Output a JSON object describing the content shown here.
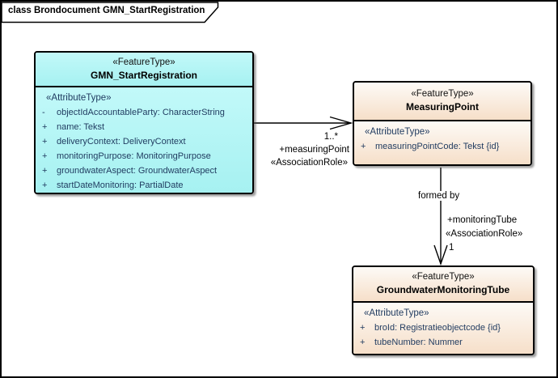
{
  "frame": {
    "title": "class Brondocument GMN_StartRegistration"
  },
  "colors": {
    "cyan_fill_top": "#C2F9F9",
    "cyan_fill_bottom": "#A6F1F1",
    "peach_fill_top": "#FDFAF6",
    "peach_fill_bottom": "#F6DFC9",
    "attribute_text": "#1F3A5F",
    "border": "#000000",
    "background": "#FFFFFF"
  },
  "classes": [
    {
      "stereotype": "«FeatureType»",
      "name": "GMN_StartRegistration",
      "attribute_header": "«AttributeType»",
      "attributes": [
        {
          "visibility": "-",
          "text": "objectIdAccountableParty: CharacterString"
        },
        {
          "visibility": "+",
          "text": "name: Tekst"
        },
        {
          "visibility": "+",
          "text": "deliveryContext: DeliveryContext"
        },
        {
          "visibility": "+",
          "text": "monitoringPurpose: MonitoringPurpose"
        },
        {
          "visibility": "+",
          "text": "groundwaterAspect: GroundwaterAspect"
        },
        {
          "visibility": "+",
          "text": "startDateMonitoring: PartialDate"
        }
      ]
    },
    {
      "stereotype": "«FeatureType»",
      "name": "MeasuringPoint",
      "attribute_header": "«AttributeType»",
      "attributes": [
        {
          "visibility": "+",
          "text": "measuringPointCode: Tekst {id}"
        }
      ]
    },
    {
      "stereotype": "«FeatureType»",
      "name": "GroundwaterMonitoringTube",
      "attribute_header": "«AttributeType»",
      "attributes": [
        {
          "visibility": "+",
          "text": "broId: Registratieobjectcode {id}"
        },
        {
          "visibility": "+",
          "text": "tubeNumber: Nummer"
        }
      ]
    }
  ],
  "associations": [
    {
      "from": "GMN_StartRegistration",
      "to": "MeasuringPoint",
      "multiplicity": "1..*",
      "role": "+measuringPoint",
      "stereotype": "«AssociationRole»"
    },
    {
      "from": "MeasuringPoint",
      "to": "GroundwaterMonitoringTube",
      "name": "formed by",
      "role": "+monitoringTube",
      "stereotype": "«AssociationRole»",
      "multiplicity": "1"
    }
  ]
}
